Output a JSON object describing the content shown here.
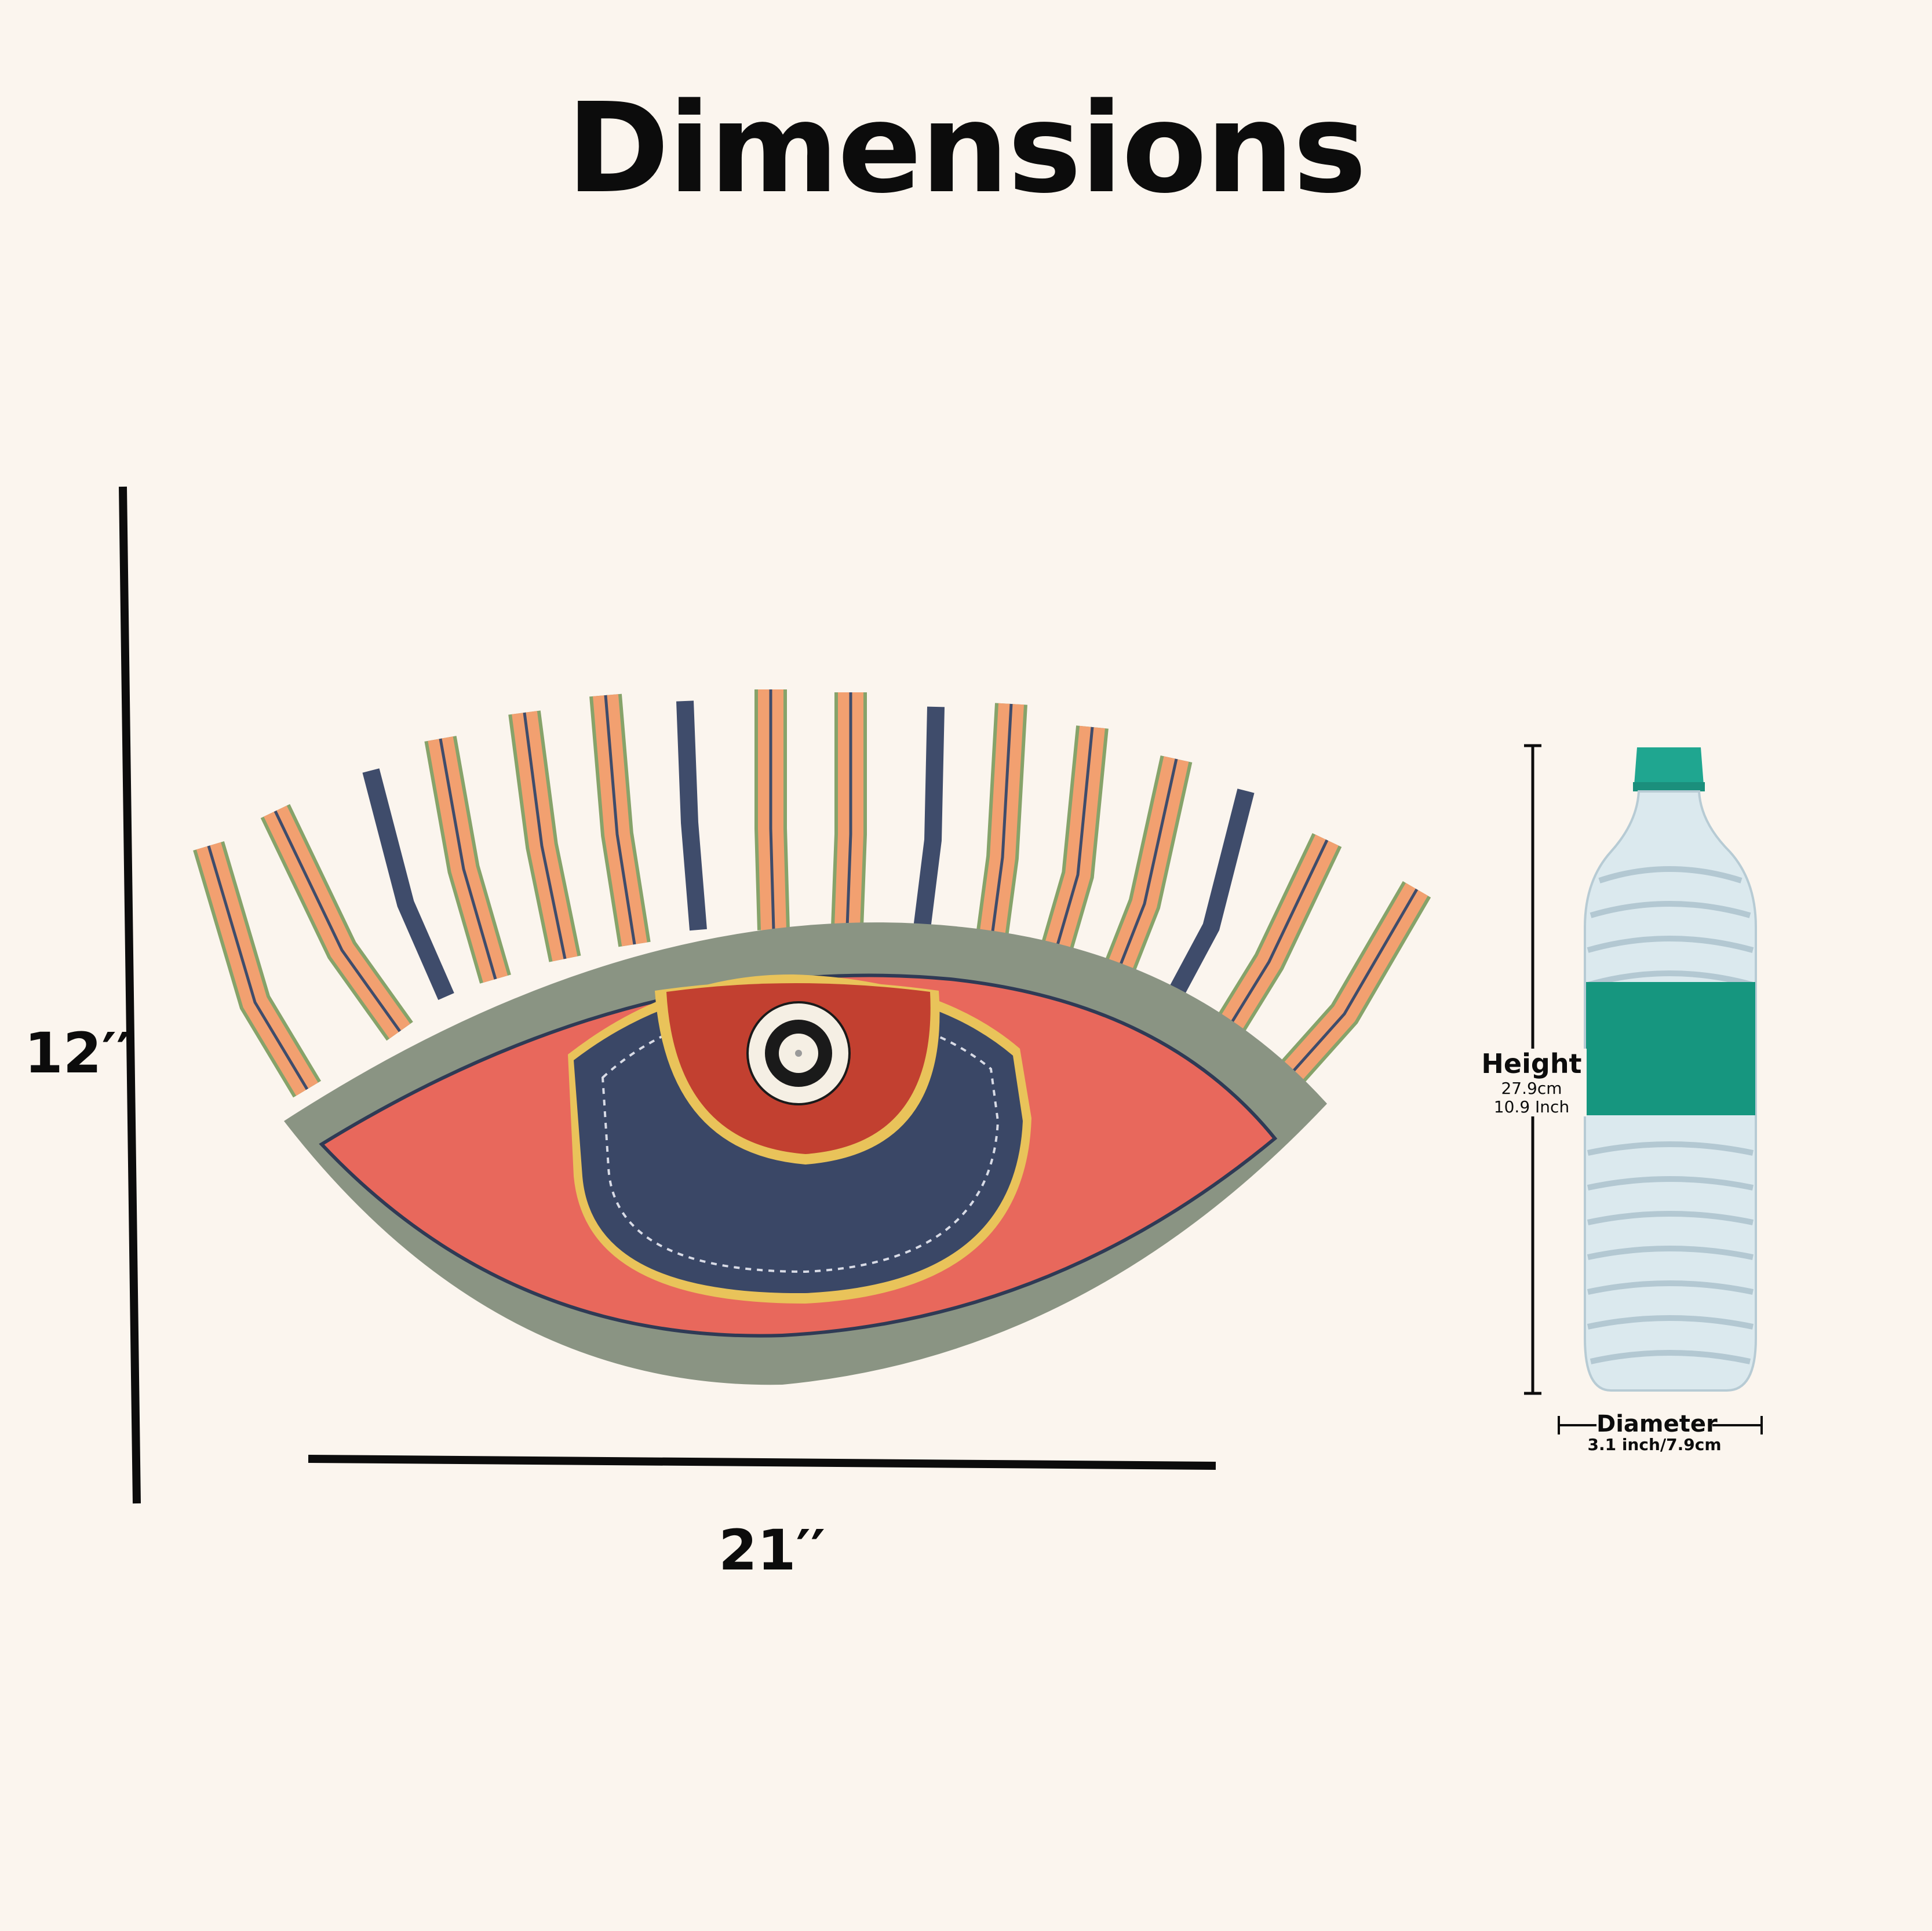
{
  "title": "Dimensions",
  "product": {
    "height_label": "12′′",
    "width_label": "21′′"
  },
  "bottle": {
    "height_title": "Height",
    "height_cm": "27.9cm",
    "height_inch": "10.9 Inch",
    "diameter_title": "Diameter",
    "diameter_value": "3.1 inch/7.9cm"
  },
  "colors": {
    "background": "#fbf5ee",
    "eye_frame": "#8a9483",
    "eye_white": "#e8685c",
    "iris": "#3a4766",
    "pupil_area": "#c24030",
    "lash_peach": "#f2a070",
    "lash_navy": "#3f4c6b",
    "bottle_label": "#16967f"
  }
}
